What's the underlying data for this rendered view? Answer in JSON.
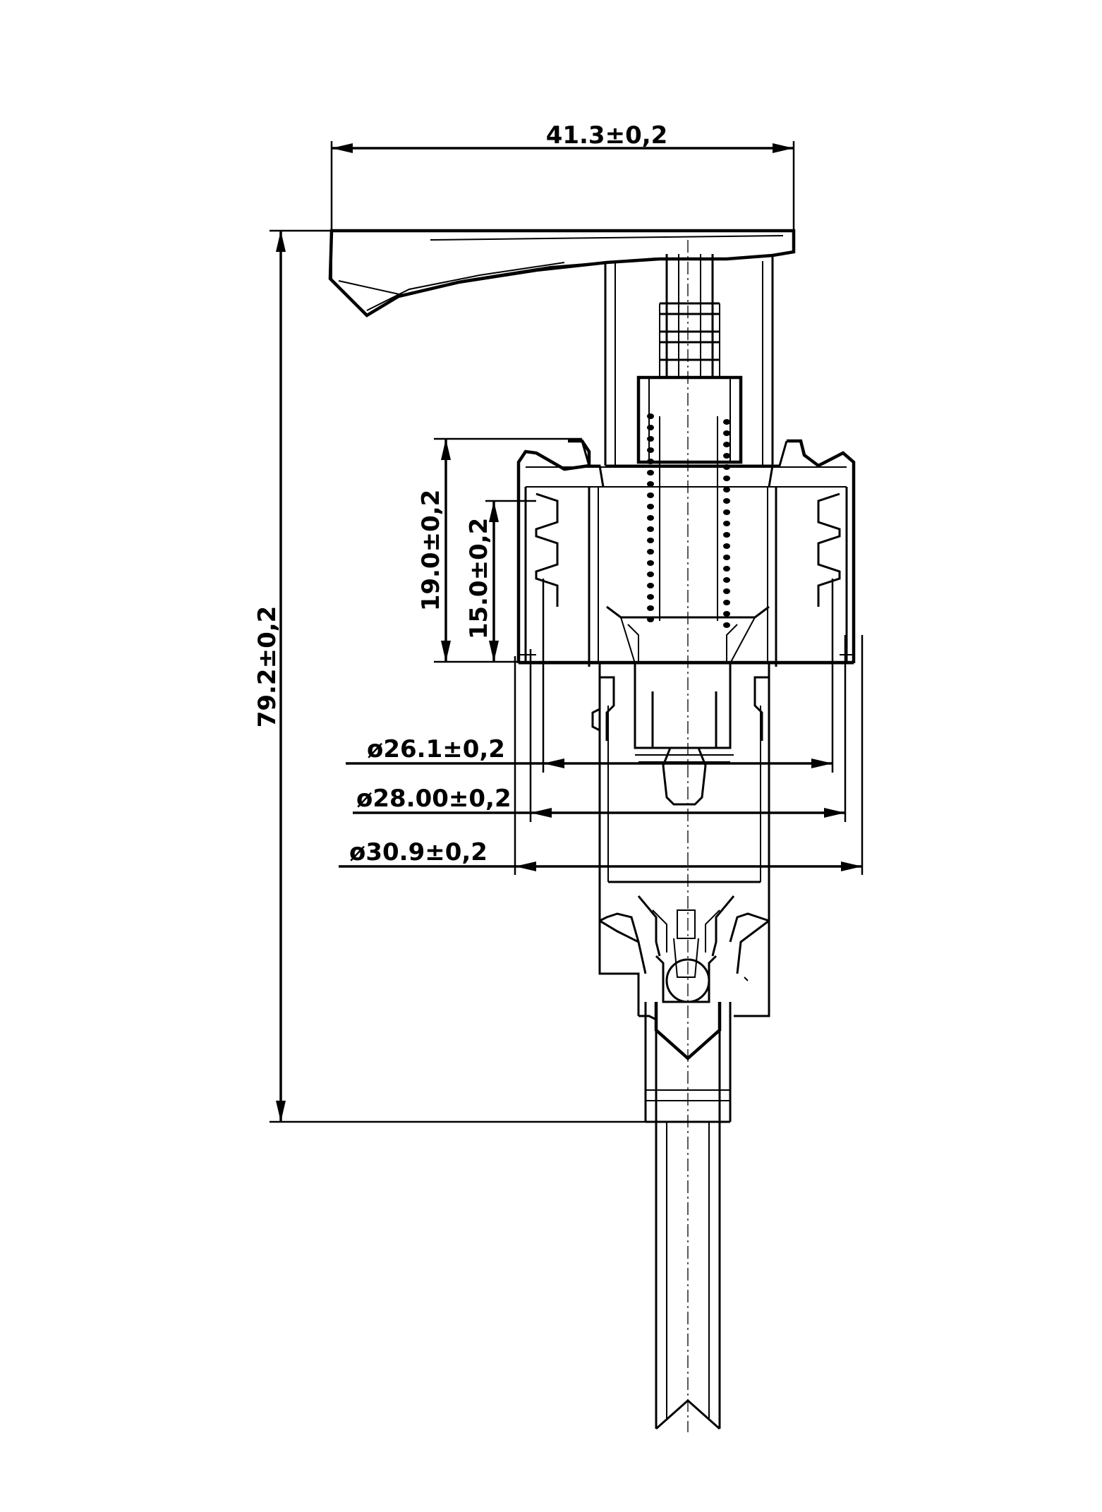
{
  "dimensions": {
    "top_width": "41.3±0,2",
    "overall_height": "79.2±0,2",
    "cap_height": "19.0±0,2",
    "thread_height": "15.0±0,2",
    "thread_inner_diameter": "ø26.1±0,2",
    "thread_outer_diameter": "ø28.00±0,2",
    "cap_outer_diameter": "ø30.9±0,2"
  }
}
